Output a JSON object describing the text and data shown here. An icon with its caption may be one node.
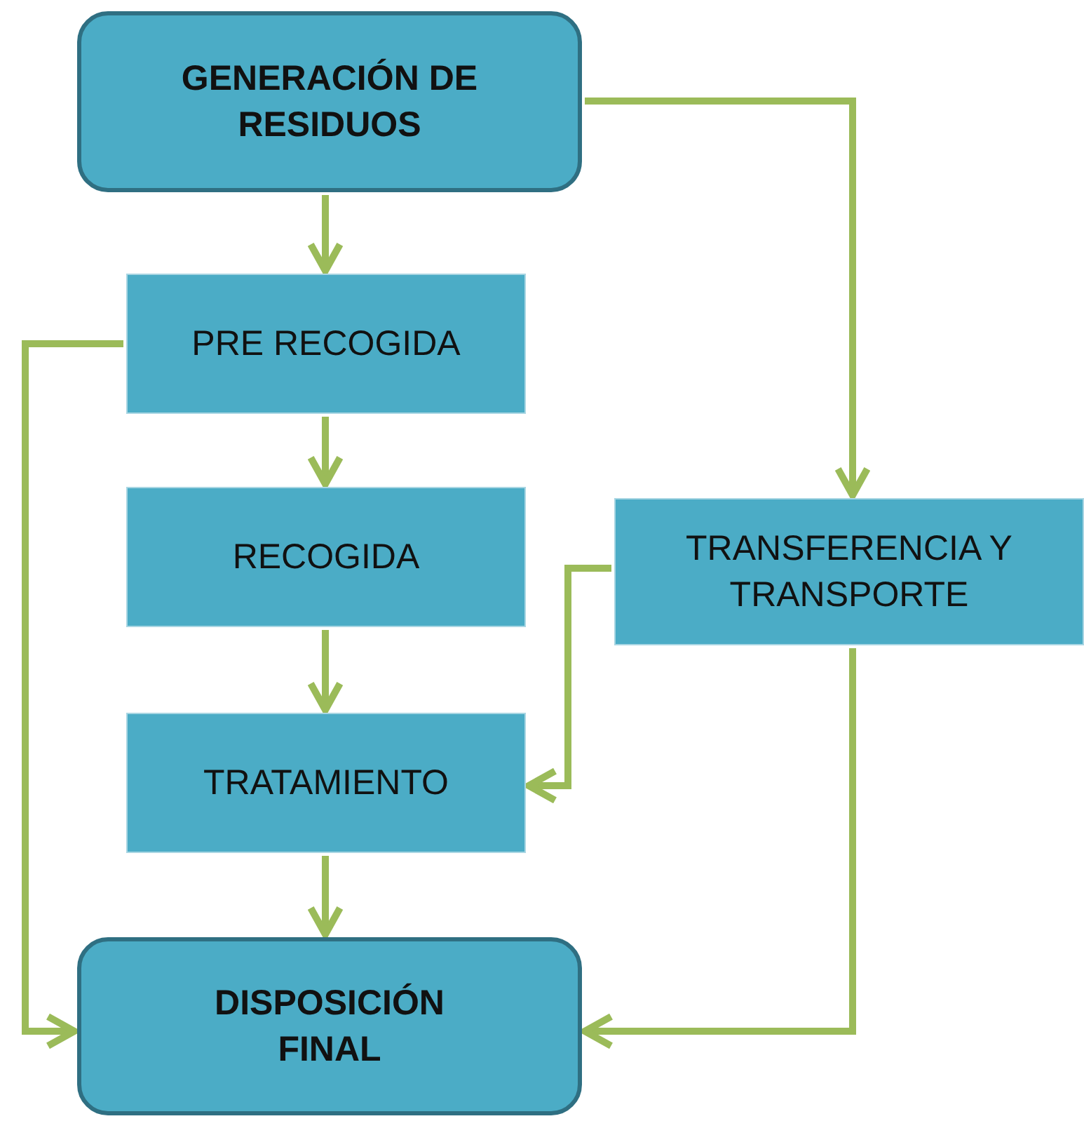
{
  "diagram": {
    "nodes": [
      {
        "text": [
          "GENERACIÓN DE RESIDUOS"
        ]
      },
      {
        "text": [
          "PRE RECOGIDA"
        ]
      },
      {
        "text": [
          "RECOGIDA"
        ]
      },
      {
        "text": [
          "TRATAMIENTO"
        ]
      },
      {
        "text": [
          "TRANSFERENCIA Y TRANSPORTE"
        ]
      },
      {
        "text": [
          "DISPOSICIÓN FINAL"
        ]
      }
    ],
    "edges": [
      {
        "from": 0,
        "to": 1,
        "arrow": "to"
      },
      {
        "from": 1,
        "to": 2,
        "arrow": "to"
      },
      {
        "from": 2,
        "to": 3,
        "arrow": "to"
      },
      {
        "from": 3,
        "to": 5,
        "arrow": "to"
      },
      {
        "from": 0,
        "to": 4,
        "arrow": "to"
      },
      {
        "from": 1,
        "to": 5,
        "arrow": "to"
      },
      {
        "from": 4,
        "to": 3,
        "arrow": "to"
      },
      {
        "from": 4,
        "to": 5,
        "arrow": "to"
      }
    ]
  }
}
